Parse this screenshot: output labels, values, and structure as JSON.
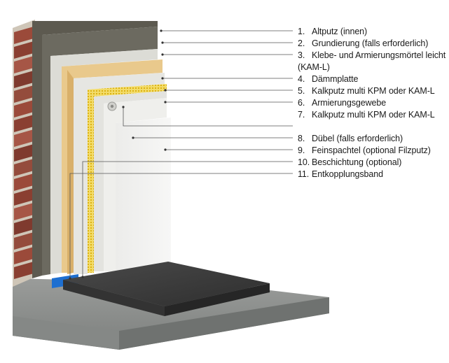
{
  "layers": [
    {
      "number": "1.",
      "label": "Altputz (innen)"
    },
    {
      "number": "2.",
      "label": "Grundierung (falls erforderlich)"
    },
    {
      "number": "3.",
      "label": "Klebe- und Armierungsmörtel leicht",
      "label_cont": "(KAM-L)"
    },
    {
      "number": "4.",
      "label": "Dämmplatte"
    },
    {
      "number": "5.",
      "label": "Kalkputz multi KPM oder KAM-L"
    },
    {
      "number": "6.",
      "label": "Armierungsgewebe"
    },
    {
      "number": "7.",
      "label": "Kalkputz multi KPM oder KAM-L"
    },
    {
      "number": "8.",
      "label": "Dübel (falls erforderlich)"
    },
    {
      "number": "9.",
      "label": "Feinspachtel (optional Filzputz)"
    },
    {
      "number": "10.",
      "label": "Beschichtung (optional)"
    },
    {
      "number": "11.",
      "label": "Entkopplungsband"
    }
  ],
  "colors": {
    "brick": "#9b4a3a",
    "mortar": "#cfc6b8",
    "old_plaster": "#5d5a50",
    "primer": "#6c6a60",
    "adhesive_mortar": "#dcdcd6",
    "insulation_board": "#e9c98c",
    "lime_plaster": "#e6e6e2",
    "mesh": "#e6c21e",
    "fine_filler": "#efefec",
    "coating": "#f2f2f0",
    "floor_slab": "#3a3a3a",
    "screed": "#8b8d8b",
    "decoupling_tape": "#1e6fd0",
    "leader_line": "#555555"
  }
}
